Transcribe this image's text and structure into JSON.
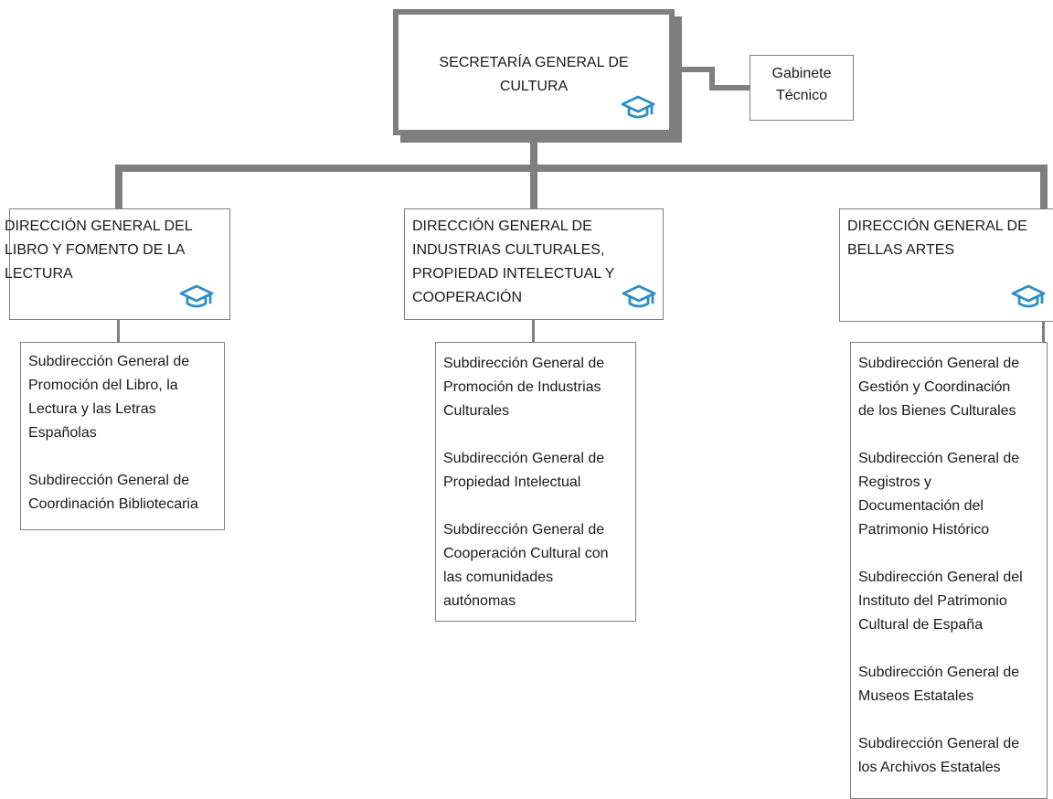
{
  "top": {
    "title": "SECRETARÍA GENERAL DE\nCULTURA",
    "icon": "graduation-cap-icon",
    "side": "Gabinete\nTécnico"
  },
  "divisions": [
    {
      "title": "DIRECCIÓN GENERAL DEL\nLIBRO Y FOMENTO DE LA\nLECTURA",
      "subs": [
        "Subdirección General de\nPromoción del Libro, la\nLectura y las Letras\nEspañolas",
        "Subdirección General de\nCoordinación Bibliotecaria"
      ]
    },
    {
      "title": "DIRECCIÓN GENERAL DE\nINDUSTRIAS CULTURALES,\nPROPIEDAD INTELECTUAL Y\nCOOPERACIÓN",
      "subs": [
        "Subdirección General de\nPromoción de Industrias\nCulturales",
        "Subdirección General de\nPropiedad Intelectual",
        "Subdirección General de\nCooperación Cultural con\nlas comunidades\nautónomas"
      ]
    },
    {
      "title": "DIRECCIÓN GENERAL DE\nBELLAS ARTES",
      "subs": [
        "Subdirección General de\nGestión y Coordinación\nde los Bienes Culturales",
        "Subdirección General de\nRegistros y\nDocumentación del\nPatrimonio Histórico",
        "Subdirección General del\nInstituto del Patrimonio\nCultural de España",
        "Subdirección General de\nMuseos Estatales",
        "Subdirección General de\nlos Archivos Estatales"
      ]
    }
  ],
  "colors": {
    "line": "#7f7f7f",
    "icon": "#2e8fc6"
  }
}
